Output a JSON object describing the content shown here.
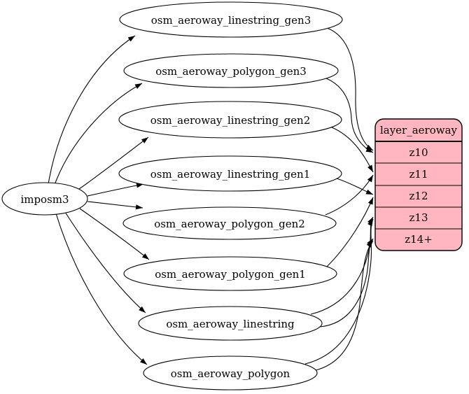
{
  "diagram": {
    "source": {
      "label": "imposm3"
    },
    "tables": [
      {
        "label": "osm_aeroway_linestring_gen3"
      },
      {
        "label": "osm_aeroway_polygon_gen3"
      },
      {
        "label": "osm_aeroway_linestring_gen2"
      },
      {
        "label": "osm_aeroway_linestring_gen1"
      },
      {
        "label": "osm_aeroway_polygon_gen2"
      },
      {
        "label": "osm_aeroway_polygon_gen1"
      },
      {
        "label": "osm_aeroway_linestring"
      },
      {
        "label": "osm_aeroway_polygon"
      }
    ],
    "layer": {
      "title": "layer_aeroway",
      "rows": [
        {
          "label": "z10"
        },
        {
          "label": "z11"
        },
        {
          "label": "z12"
        },
        {
          "label": "z13"
        },
        {
          "label": "z14+"
        }
      ]
    },
    "colors": {
      "table_fill": "#ffffff",
      "layer_fill": "#ffb6c1",
      "stroke": "#000000",
      "text": "#000000",
      "background": "#ffffff"
    },
    "edges": {
      "from_source": [
        "osm_aeroway_linestring_gen3",
        "osm_aeroway_polygon_gen3",
        "osm_aeroway_linestring_gen2",
        "osm_aeroway_linestring_gen1",
        "osm_aeroway_polygon_gen2",
        "osm_aeroway_polygon_gen1",
        "osm_aeroway_linestring",
        "osm_aeroway_polygon"
      ],
      "table_to_layer": [
        {
          "from": "osm_aeroway_linestring_gen3",
          "to": "z10"
        },
        {
          "from": "osm_aeroway_polygon_gen3",
          "to": "z10"
        },
        {
          "from": "osm_aeroway_linestring_gen2",
          "to": "z11"
        },
        {
          "from": "osm_aeroway_polygon_gen2",
          "to": "z11"
        },
        {
          "from": "osm_aeroway_linestring_gen1",
          "to": "z12"
        },
        {
          "from": "osm_aeroway_polygon_gen1",
          "to": "z12"
        },
        {
          "from": "osm_aeroway_linestring",
          "to": "z13"
        },
        {
          "from": "osm_aeroway_linestring",
          "to": "z14+"
        },
        {
          "from": "osm_aeroway_polygon",
          "to": "z13"
        },
        {
          "from": "osm_aeroway_polygon",
          "to": "z14+"
        }
      ]
    }
  }
}
